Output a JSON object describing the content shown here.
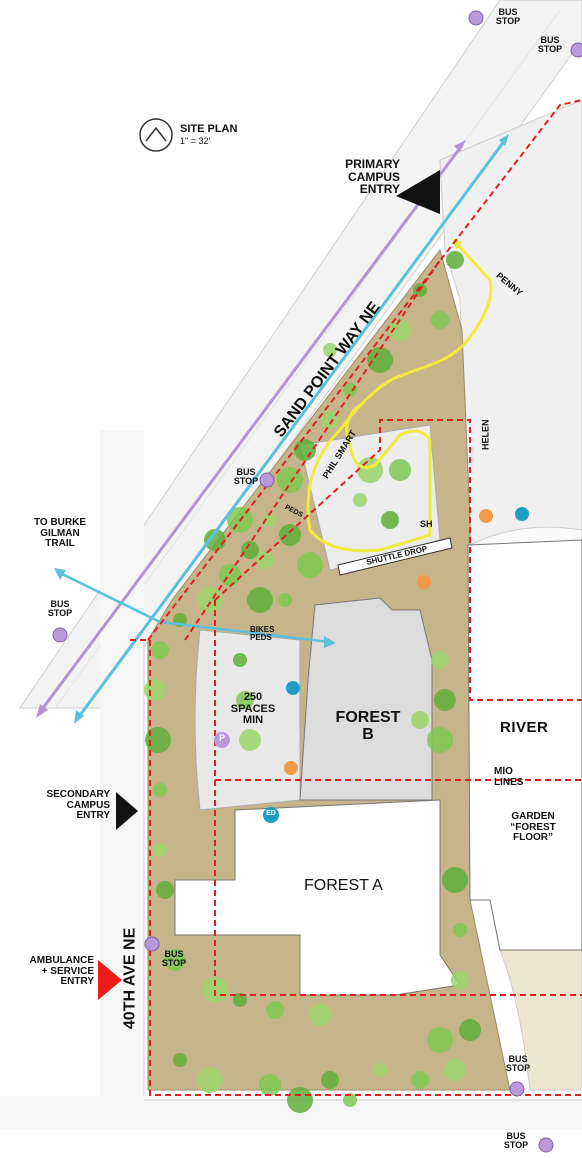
{
  "legend": {
    "title": "SITE PLAN",
    "scale": "1\" = 32'",
    "north_icon": "north-arrow-icon"
  },
  "streets": {
    "sand_point": "SAND POINT WAY NE",
    "fortieth": "40TH AVE NE",
    "penny": "PENNY",
    "helen": "HELEN",
    "phil_smart": "PHIL SMART"
  },
  "entries": {
    "primary": [
      "PRIMARY",
      "CAMPUS",
      "ENTRY"
    ],
    "secondary": [
      "SECONDARY",
      "CAMPUS",
      "ENTRY"
    ],
    "ambulance": [
      "AMBULANCE",
      "+ SERVICE",
      "ENTRY"
    ]
  },
  "trail": [
    "TO BURKE",
    "GILMAN",
    "TRAIL"
  ],
  "bus_stop": [
    "BUS",
    "STOP"
  ],
  "buildings": {
    "forest_b": [
      "FOREST",
      "B"
    ],
    "forest_a": "FOREST A",
    "river": "RIVER"
  },
  "parking": {
    "icon_letter": "P",
    "text": [
      "250",
      "SPACES",
      "MIN"
    ]
  },
  "ed_icon_text": "ED",
  "shuttle": {
    "drop": "SHUTTLE DROP",
    "sh": "SH"
  },
  "paths": {
    "peds": "PEDS",
    "bikes": "BIKES",
    "peds2": "PEDS"
  },
  "mio": [
    "MIO",
    "LINES"
  ],
  "garden": [
    "GARDEN",
    "“FOREST",
    "FLOOR”"
  ],
  "colors": {
    "bike_route": "#5bc0de",
    "bus_route": "#b393d3",
    "shuttle_route": "#f2ea3c",
    "mio_line": "#e02020",
    "site_ground": "#c6b48b",
    "building": "#dcdcdc",
    "tree": "#7ec850",
    "bus_stop_dot": "#b899d9",
    "marker_orange": "#f39a4a",
    "marker_blue": "#1f9ec4",
    "entry_arrow": "#111111",
    "ambulance_arrow": "#ee1c1c"
  }
}
